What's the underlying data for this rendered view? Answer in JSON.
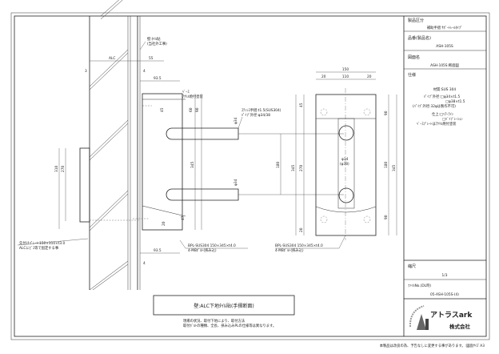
{
  "title_block": {
    "category_label": "製品区分",
    "category_value": "補助手摺 ｻﾎﾟｰﾄﾚｰﾙﾀｲﾌﾟ",
    "product_no_label": "品番(製品名)",
    "product_no_value": "ASH-105S",
    "drawing_name_label": "図面名",
    "drawing_name_value": "ASH-105S:断面図",
    "spec_label": "仕様",
    "spec_material": "材質:SUS 304",
    "spec_pipe_1": "ﾊﾟｲﾌﾟ外径:□φ34×t1.5",
    "spec_pipe_2": "□φ38×t1.5",
    "spec_pipe_3": "(ﾊﾟｲﾌﾟ外径:32φは製作不可)",
    "spec_finish_1": "仕上:□ﾍｱｰﾗｲﾝ",
    "spec_finish_2": "□ﾊﾞｲﾌﾞﾚｰｼｮﾝ",
    "spec_finish_3": "ﾍﾞｰｽﾌﾟﾚｰﾄはｱｸﾘﾙ焼付塗装",
    "scale_label": "縮尺",
    "scale_value": "1/3",
    "file_no_label": "ﾌｧｲﾙNo.(DL時)",
    "file_no_value": "05-ASH-105S-(4)",
    "company_name": "アトラスark",
    "company_suffix": "株式会社"
  },
  "footer_note": "本製品は改良の為、予告なしに変更する事があります。:図面ｻｲｽﾞA3",
  "caption": {
    "title": "壁:ALC下地ﾀｲﾙ貼(手摺断面)",
    "note_1": "現場の状況、取付下地により、取付方法",
    "note_2": "取付ﾎﾞﾙﾄの種類、全長、挟み込みPLの仕様等は異なります。"
  },
  "annotations": {
    "tile_label_1": "壁:ﾀｲﾙ貼",
    "tile_label_2": "(当社外工事)",
    "alc": "ALC",
    "d55": "55",
    "mark3": "3",
    "mark4": "4",
    "d93_5": "93.5",
    "d45": "45",
    "d60": "60",
    "d90": "90",
    "d345": "345",
    "d180": "180",
    "d20": "20",
    "d47": "47",
    "d310": "310",
    "d270": "270",
    "base_paint_1": "ﾍﾞｰｽ",
    "base_paint_2": "ｱｸﾘﾙ焼付塗装",
    "pipe_note_1": "ｽﾃﾝﾚｽ手摺:t1.5(SUS304)",
    "pipe_note_2": "ﾊﾟｲﾌﾟ外径:φ34/38",
    "phi34": "φ34",
    "phi38": "(φ38)",
    "pre_plate_1": "先付けﾌﾟﾚｰﾄ:150×310×t3.0",
    "pre_plate_2": "ALCにﾋﾞｽ等で固定する事",
    "bpl_1": "BPL-SUS304 150×345×t4.0",
    "bpl_2": "4-M8ﾎﾞﾙﾄ(挟み込)",
    "d150": "150",
    "d110": "110"
  }
}
